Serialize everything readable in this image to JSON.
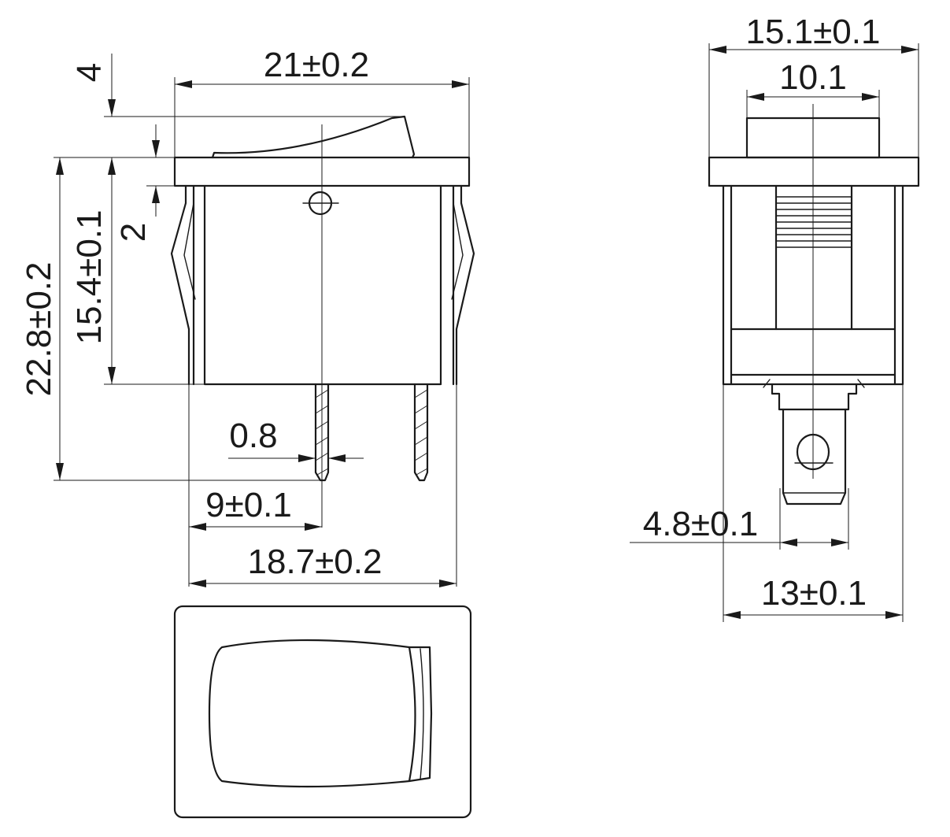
{
  "dimensions": {
    "front_top_width": "21±0.2",
    "actuator_height": "4",
    "flange_thickness": "2",
    "body_height": "15.4±0.1",
    "total_height": "22.8±0.2",
    "terminal_thickness": "0.8",
    "terminal_offset": "9±0.1",
    "body_width": "18.7±0.2",
    "side_flange_width": "15.1±0.1",
    "side_actuator_width": "10.1",
    "terminal_width": "4.8±0.1",
    "side_body_width": "13±0.1"
  }
}
